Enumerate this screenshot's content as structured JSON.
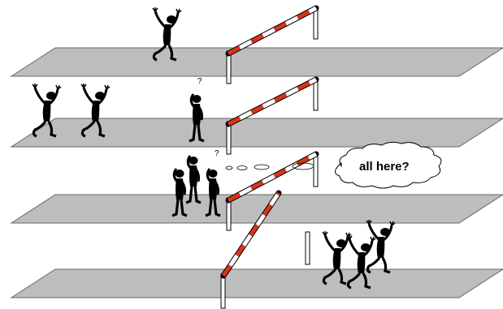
{
  "thought_bubble": {
    "text": "all here?"
  },
  "confused_mark": "?",
  "colors": {
    "track_fill": "#bdbdbd",
    "track_edge": "#666666",
    "gate_red": "#d9341c",
    "gate_white": "#ffffff",
    "figure": "#000000"
  },
  "scene": {
    "lanes": [
      "lane-1",
      "lane-2",
      "lane-3",
      "lane-4"
    ],
    "lane_1": {
      "gate": "closed",
      "runners_before_gate": 1
    },
    "lane_2": {
      "gate": "closed",
      "runners_before_gate": 3
    },
    "lane_3": {
      "gate": "closed",
      "runners_before_gate": 3
    },
    "lane_4": {
      "gate": "open",
      "runners_past_gate": 3
    }
  }
}
